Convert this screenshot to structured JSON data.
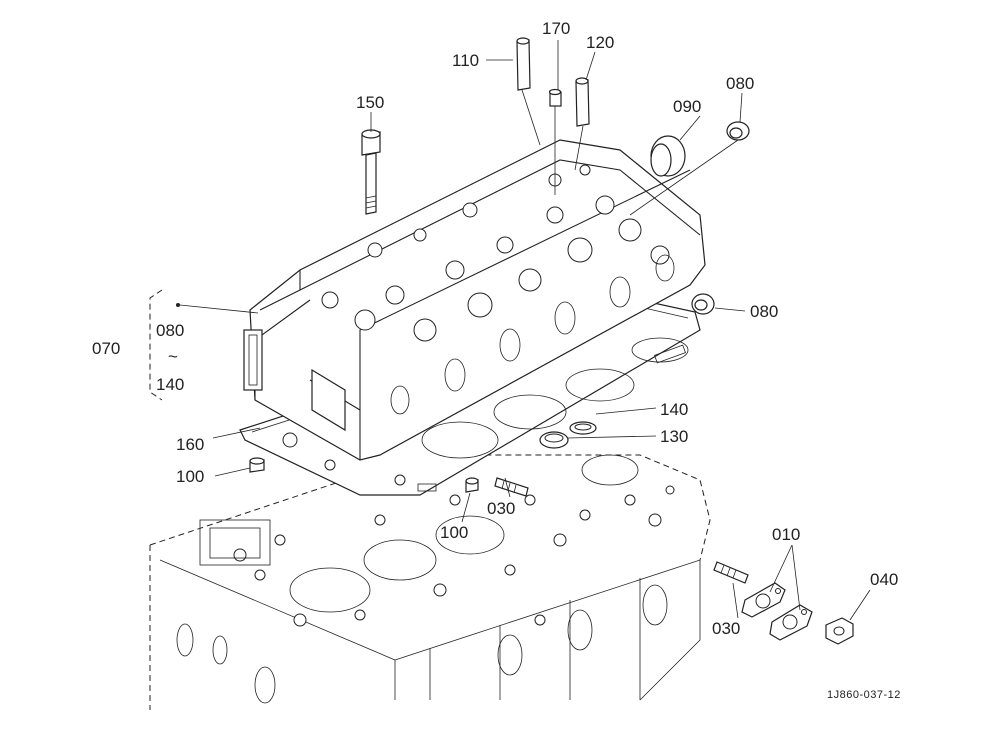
{
  "diagram": {
    "figure_code": "1J860-037-12",
    "group_label": "070",
    "group_range": {
      "from": "080",
      "tilde": "~",
      "to": "140"
    },
    "parts": {
      "p010": "010",
      "p030_upper": "030",
      "p030_lower": "030",
      "p040": "040",
      "p080_top": "080",
      "p080_right": "080",
      "p090": "090",
      "p100_left": "100",
      "p100_center": "100",
      "p110": "110",
      "p120": "120",
      "p130": "130",
      "p140": "140",
      "p150": "150",
      "p160": "160",
      "p170": "170"
    }
  }
}
